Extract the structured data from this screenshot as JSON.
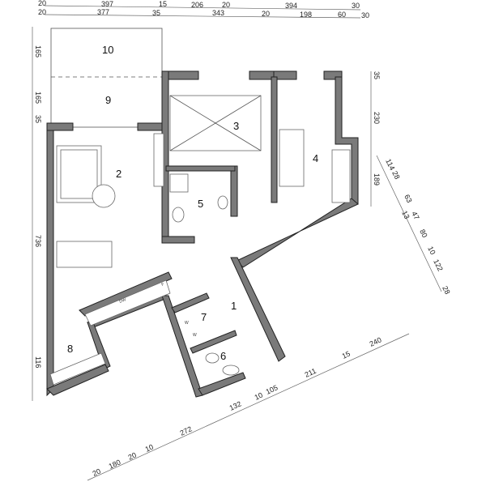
{
  "rooms": [
    "1",
    "2",
    "3",
    "4",
    "5",
    "6",
    "7",
    "8",
    "9",
    "10"
  ],
  "appliances": {
    "dishwasher": "DW",
    "fridge": "F",
    "washer1": "W",
    "washer2": "W"
  },
  "dimensions": {
    "top_row1": [
      "20",
      "397",
      "15",
      "206",
      "20",
      "394",
      "30"
    ],
    "top_row2": [
      "20",
      "377",
      "35",
      "343",
      "20",
      "198",
      "60",
      "30"
    ],
    "left": [
      "165",
      "165",
      "35",
      "736",
      "116"
    ],
    "right_vertical": [
      "35",
      "230",
      "189"
    ],
    "right_diagonal": [
      "114",
      "28",
      "63",
      "13",
      "47",
      "80",
      "10",
      "122",
      "28"
    ],
    "bottom_diagonal": [
      "20",
      "180",
      "20",
      "10",
      "272",
      "132",
      "10",
      "105",
      "211",
      "15",
      "240"
    ]
  }
}
